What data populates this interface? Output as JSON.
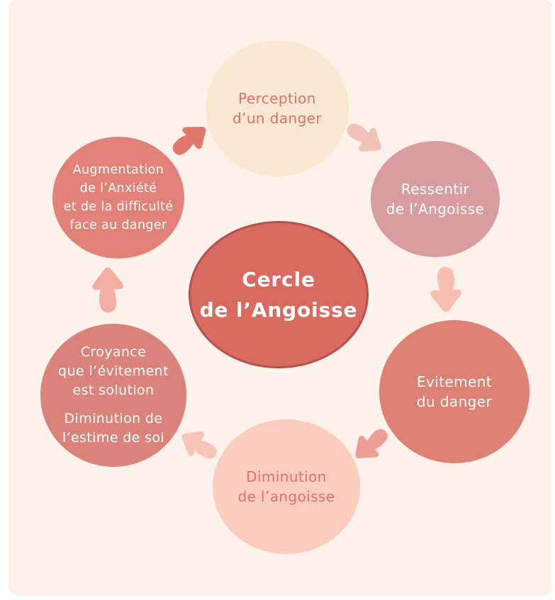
{
  "diagram": {
    "title": "Cercle de l’Angoisse",
    "background": "#FCF1EB",
    "frame_color": "#FFFFFF",
    "center": {
      "lines": [
        "Cercle",
        "de l’Angoisse"
      ],
      "fill": "#D96A60",
      "border": "#B25350",
      "text_color": "#FFFFFF"
    },
    "nodes": [
      {
        "id": "perception",
        "lines": [
          "Perception",
          "d’un danger"
        ],
        "fill": "#FAE7D2",
        "text_color": "#DF7168"
      },
      {
        "id": "ressentir",
        "lines": [
          "Ressentir",
          "de l’Angoisse"
        ],
        "fill": "#D99CA0",
        "text_color": "#FFFFFF"
      },
      {
        "id": "evitement",
        "lines": [
          "Evitement",
          "du danger"
        ],
        "fill": "#DD8174",
        "text_color": "#FFFFFF"
      },
      {
        "id": "diminution",
        "lines": [
          "Diminution",
          "de l’angoisse"
        ],
        "fill": "#FACDBE",
        "text_color": "#DF7168"
      },
      {
        "id": "croyance",
        "lines": [
          "Croyance",
          "que l’évitement",
          "est solution"
        ],
        "lines2": [
          "Diminution de",
          "l’estime de soi"
        ],
        "fill": "#DB827A",
        "text_color": "#FFFFFF"
      },
      {
        "id": "augmentation",
        "lines": [
          "Augmentation",
          "de l’Anxiété",
          "et de la difficulté",
          "face au danger"
        ],
        "fill": "#E18177",
        "text_color": "#FFFFFF"
      }
    ],
    "arrows": [
      {
        "name": "perception-to-ressentir",
        "direction": "down-right",
        "color": "#F3C2B6"
      },
      {
        "name": "ressentir-to-evitement",
        "direction": "down",
        "color": "#F8BEB0"
      },
      {
        "name": "evitement-to-diminution",
        "direction": "down-left",
        "color": "#EC9F92"
      },
      {
        "name": "diminution-to-croyance",
        "direction": "up-left",
        "color": "#F7C6B8"
      },
      {
        "name": "croyance-to-augmentation",
        "direction": "up",
        "color": "#F4ADA0"
      },
      {
        "name": "augmentation-to-perception",
        "direction": "up-right",
        "color": "#E0796C"
      }
    ]
  }
}
